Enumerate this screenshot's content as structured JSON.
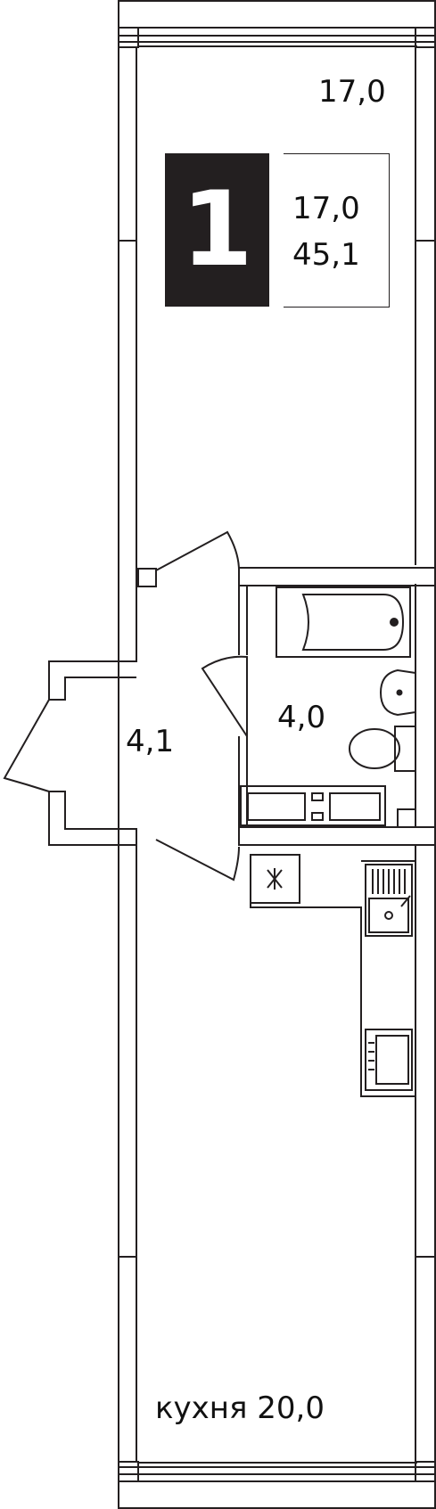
{
  "plan": {
    "rooms": [
      {
        "id": "living",
        "label": "17,0"
      },
      {
        "id": "hall",
        "label": "4,1"
      },
      {
        "id": "bathroom",
        "label": "4,0"
      },
      {
        "id": "kitchen",
        "label": "кухня 20,0"
      }
    ],
    "badge": {
      "rooms_count": "1",
      "living_area": "17,0",
      "total_area": "45,1"
    }
  },
  "colors": {
    "ink": "#231f20",
    "paper": "#ffffff"
  }
}
